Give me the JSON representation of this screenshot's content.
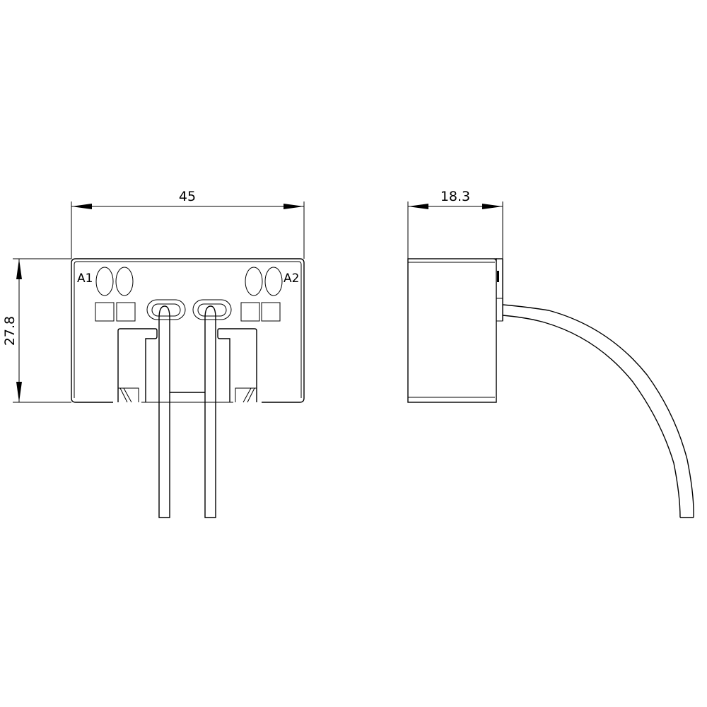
{
  "drawing": {
    "type": "technical-drawing",
    "views": [
      {
        "name": "front-view",
        "dimensions": {
          "width": "45",
          "height": "27.8"
        },
        "terminal_labels": {
          "left": "A1",
          "right": "A2"
        }
      },
      {
        "name": "side-view",
        "dimensions": {
          "depth": "18.3"
        }
      }
    ],
    "line_color": "#000000",
    "background": "#ffffff"
  }
}
